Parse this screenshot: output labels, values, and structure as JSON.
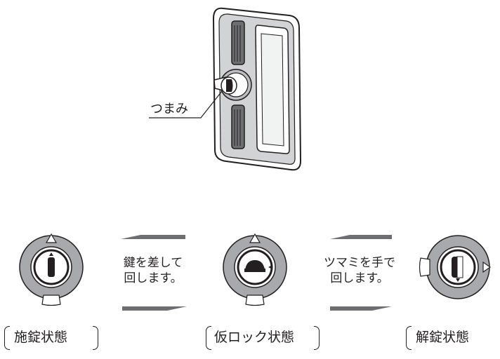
{
  "handle": {
    "knob_label": "つまみ"
  },
  "instructions": {
    "left": {
      "line1": "鍵を差して",
      "line2": "回します。"
    },
    "right": {
      "line1": "ツマミを手で",
      "line2": "回します。"
    }
  },
  "states": [
    {
      "label": "施錠状態"
    },
    {
      "label": "仮ロック状態"
    },
    {
      "label": "解錠状態"
    }
  ],
  "colors": {
    "ring": "#a7a9ac",
    "arrow": "#6d6e71",
    "ink": "#231f20",
    "body": "#d1d3d4"
  }
}
